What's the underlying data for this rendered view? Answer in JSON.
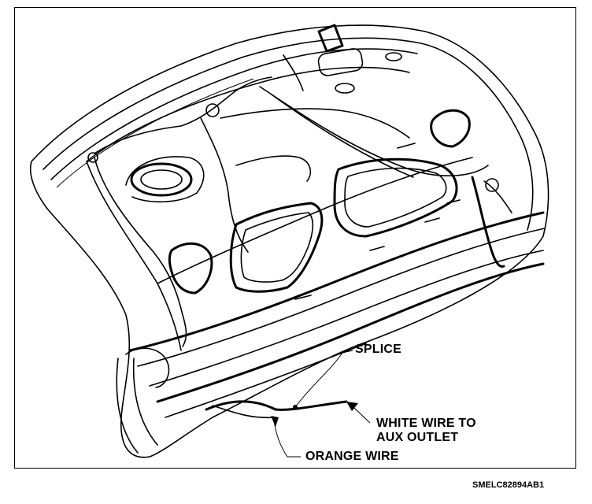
{
  "callouts": {
    "splice": "SPLICE",
    "white_wire_line1": "WHITE WIRE TO",
    "white_wire_line2": "AUX OUTLET",
    "orange_wire": "ORANGE WIRE"
  },
  "figure_code": "SMELC82894AB1"
}
